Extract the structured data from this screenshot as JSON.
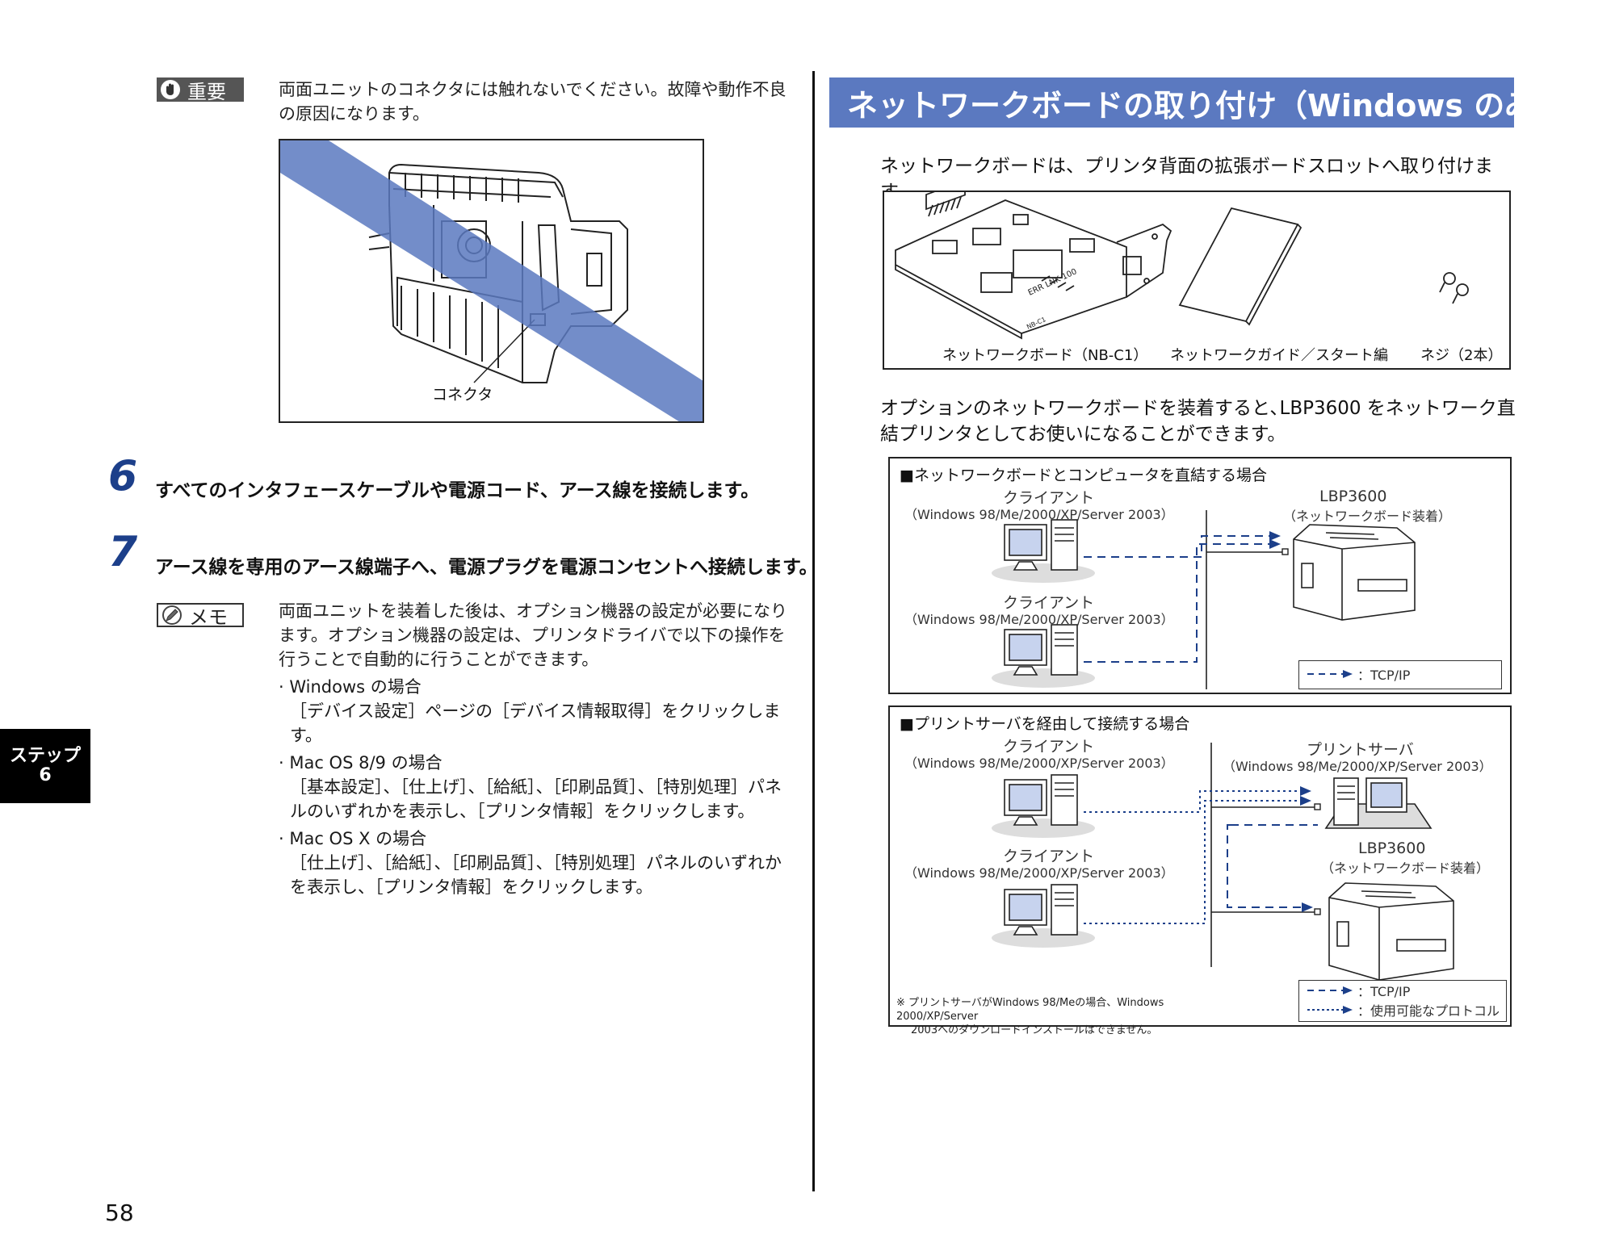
{
  "left": {
    "important_label": "重要",
    "important_text": "両面ユニットのコネクタには触れないでください。故障や動作不良の原因になります。",
    "figure_caption": "コネクタ",
    "steps": [
      {
        "num": "6",
        "text": "すべてのインタフェースケーブルや電源コード、アース線を接続します。"
      },
      {
        "num": "7",
        "text": "アース線を専用のアース線端子へ、電源プラグを電源コンセントへ接続します。"
      }
    ],
    "memo_label": "メモ",
    "memo_text": "両面ユニットを装着した後は、オプション機器の設定が必要になります。オプション機器の設定は、プリンタドライバで以下の操作を行うことで自動的に行うことができます。",
    "bullets": [
      {
        "head": "· Windows の場合",
        "desc": "［デバイス設定］ページの［デバイス情報取得］をクリックします。"
      },
      {
        "head": "· Mac OS 8/9 の場合",
        "desc": "［基本設定］、［仕上げ］、［給紙］、［印刷品質］、［特別処理］パネルのいずれかを表示し、［プリンタ情報］をクリックします。"
      },
      {
        "head": "· Mac OS X の場合",
        "desc": "［仕上げ］、［給紙］、［印刷品質］、［特別処理］パネルのいずれかを表示し、［プリンタ情報］をクリックします。"
      }
    ],
    "step_tab_line1": "ステップ",
    "step_tab_line2": "6",
    "page_number": "58"
  },
  "right": {
    "section_title": "ネットワークボードの取り付け（Windows のみ）",
    "intro": "ネットワークボードは、プリンタ背面の拡張ボードスロットへ取り付けます。",
    "items": {
      "board_caption": "ネットワークボード（NB-C1）",
      "guide_caption": "ネットワークガイド／スタート編",
      "screw_caption": "ネジ（2本）",
      "board_marks": "ERR LNK 100",
      "board_model": "NB-C1"
    },
    "option_text": "オプションのネットワークボードを装着すると､LBP3600 をネットワーク直結プリンタとしてお使いになることができます。",
    "diagram1": {
      "title": "■ネットワークボードとコンピュータを直結する場合",
      "client": "クライアント",
      "os": "（Windows 98/Me/2000/XP/Server 2003）",
      "printer": "LBP3600",
      "printer_note": "（ネットワークボード装着）",
      "legend_tcp": "：TCP/IP"
    },
    "diagram2": {
      "title": "■プリントサーバを経由して接続する場合",
      "client": "クライアント",
      "os": "（Windows 98/Me/2000/XP/Server 2003）",
      "server": "プリントサーバ",
      "server_os": "（Windows 98/Me/2000/XP/Server 2003）",
      "printer": "LBP3600",
      "printer_note": "（ネットワークボード装着）",
      "legend_tcp": "：TCP/IP",
      "legend_proto": "：使用可能なプロトコル",
      "footnote_line1": "※ プリントサーバがWindows 98/Meの場合、Windows 2000/XP/Server",
      "footnote_line2": "2003へのダウンロードインストールはできません。"
    },
    "colors": {
      "accent": "#5b79c0",
      "step_number": "#1c3f8a",
      "line_blue": "#1c3f8a",
      "strike": "#5b79c0"
    }
  }
}
